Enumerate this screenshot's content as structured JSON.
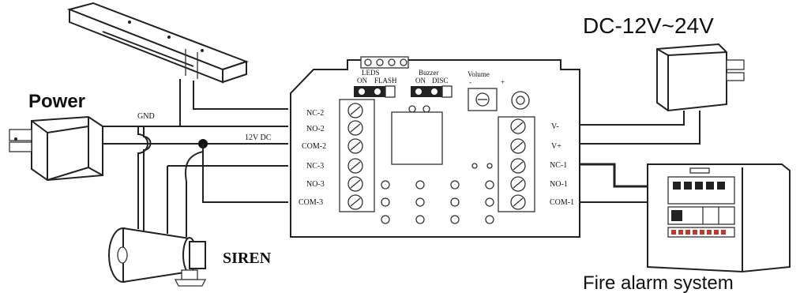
{
  "labels": {
    "power": "Power",
    "dc_supply": "DC-12V~24V",
    "siren": "SIREN",
    "fire_alarm": "Fire alarm system",
    "gnd": "GND",
    "dc12": "12V DC"
  },
  "board": {
    "leds_title": "LEDS",
    "leds_on": "ON",
    "leds_flash": "FLASH",
    "buzzer_title": "Buzzer",
    "buzzer_on": "ON",
    "buzzer_disc": "DISC",
    "volume_title": "Volume",
    "vol_minus": "-",
    "vol_plus": "+",
    "left_terminals": [
      "NC-2",
      "NO-2",
      "COM-2",
      "NC-3",
      "NO-3",
      "COM-3"
    ],
    "right_terminals": [
      "V-",
      "V+",
      "NC-1",
      "NO-1",
      "COM-1"
    ]
  }
}
